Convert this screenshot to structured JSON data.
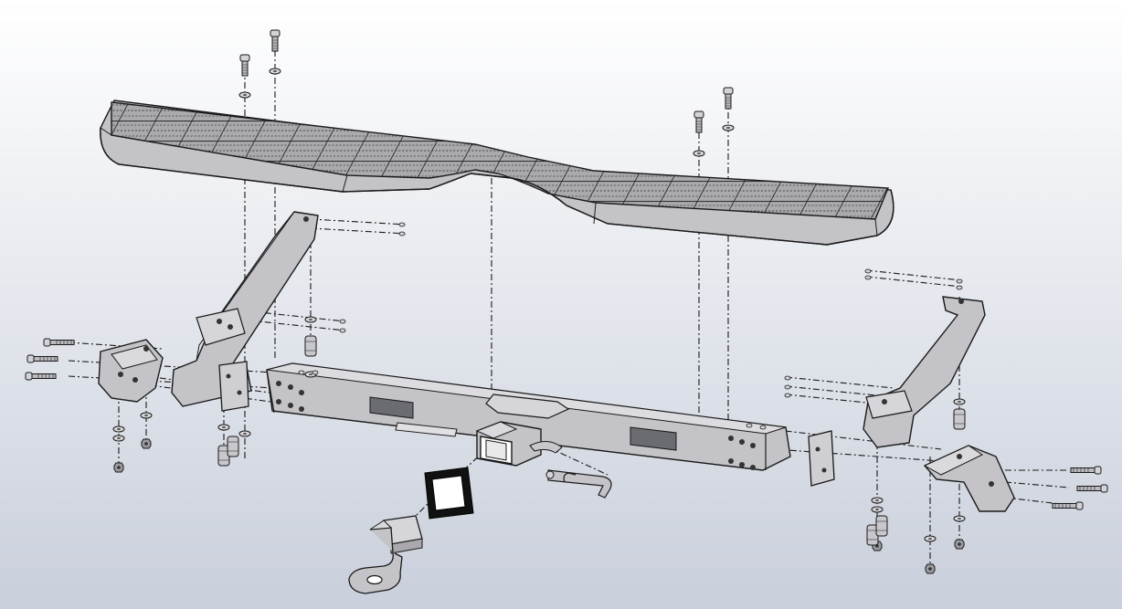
{
  "view": {
    "background_top": "#ffffff",
    "background_bottom": "#c9cfdb",
    "part_fill": "#c4c4c8",
    "part_dark": "#8e8e94",
    "part_light": "#e4e4e8",
    "outline": "#1a1a1a",
    "decal": "#6b6b72",
    "sleeve": "#111111"
  },
  "parts": [
    "step-platform",
    "left-mounting-arm",
    "right-mounting-arm",
    "left-side-bracket",
    "right-side-bracket",
    "left-spacer-plate",
    "right-spacer-plate",
    "receiver-crossbar",
    "receiver-tube",
    "hitch-pin-clip",
    "receiver-sleeve",
    "ball-mount-drawbar",
    "carriage-bolts",
    "washers",
    "hex-nuts"
  ]
}
